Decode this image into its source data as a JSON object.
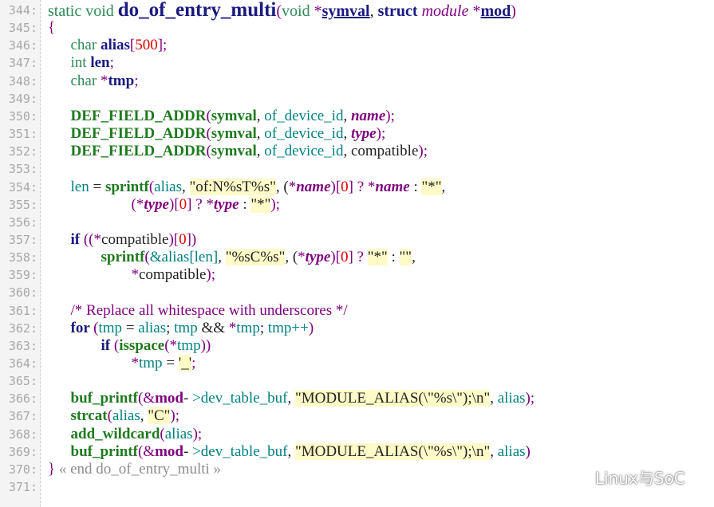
{
  "colors": {
    "background": "#ffffff",
    "line_number": "#a8a8a8",
    "keyword": "#1f7a1f",
    "type": "#2e8b57",
    "identifier": "#1a1a80",
    "struct_member": "#800080",
    "field": "#008080",
    "number": "#e00000",
    "string_bg": "#fffbc8",
    "comment": "#800080",
    "fold": "#8c8c8c",
    "plain": "#222222"
  },
  "lines": [
    {
      "n": "344:",
      "t": [
        [
          "static void ",
          "#2e8b57",
          "",
          false
        ],
        [
          "do_of_entry_multi",
          "#1a1a80",
          "bold",
          false
        ],
        [
          "(",
          "#800080",
          "",
          false
        ],
        [
          "void ",
          "#2e8b57",
          "",
          false
        ],
        [
          "*",
          "#800080",
          "",
          false
        ],
        [
          "symval",
          "#1a1a80",
          "bold-underline",
          false
        ],
        [
          ", ",
          "#222222",
          "",
          false
        ],
        [
          "struct ",
          "#1a1a80",
          "bold",
          false
        ],
        [
          "module ",
          "#800080",
          "italic",
          false
        ],
        [
          "*",
          "#800080",
          "",
          false
        ],
        [
          "mod",
          "#1a1a80",
          "bold-underline",
          false
        ],
        [
          ")",
          "#800080",
          "",
          false
        ]
      ]
    },
    {
      "n": "345:",
      "t": [
        [
          "{",
          "#800080",
          "",
          false
        ]
      ]
    },
    {
      "n": "346:",
      "t": [
        [
          "      char ",
          "#2e8b57",
          "",
          false
        ],
        [
          "alias",
          "#1a1a80",
          "bold",
          false
        ],
        [
          "[",
          "#800080",
          "",
          false
        ],
        [
          "500",
          "#e00000",
          "",
          false
        ],
        [
          "];",
          "#800080",
          "",
          false
        ]
      ]
    },
    {
      "n": "347:",
      "t": [
        [
          "      int ",
          "#2e8b57",
          "",
          false
        ],
        [
          "len",
          "#1a1a80",
          "bold",
          false
        ],
        [
          ";",
          "#800080",
          "",
          false
        ]
      ]
    },
    {
      "n": "348:",
      "t": [
        [
          "      char ",
          "#2e8b57",
          "",
          false
        ],
        [
          "*",
          "#800080",
          "",
          false
        ],
        [
          "tmp",
          "#1a1a80",
          "bold",
          false
        ],
        [
          ";",
          "#800080",
          "",
          false
        ]
      ]
    },
    {
      "n": "349:",
      "t": []
    },
    {
      "n": "350:",
      "t": [
        [
          "      DEF_FIELD_ADDR",
          "#1f7a1f",
          "bold",
          false
        ],
        [
          "(",
          "#800080",
          "",
          false
        ],
        [
          "symval",
          "#1f7a1f",
          "bold",
          false
        ],
        [
          ", ",
          "#222222",
          "",
          false
        ],
        [
          "of_device_id",
          "#008080",
          "",
          false
        ],
        [
          ", ",
          "#222222",
          "",
          false
        ],
        [
          "name",
          "#800080",
          "bold-italic",
          false
        ],
        [
          ");",
          "#800080",
          "",
          false
        ]
      ]
    },
    {
      "n": "351:",
      "t": [
        [
          "      DEF_FIELD_ADDR",
          "#1f7a1f",
          "bold",
          false
        ],
        [
          "(",
          "#800080",
          "",
          false
        ],
        [
          "symval",
          "#1f7a1f",
          "bold",
          false
        ],
        [
          ", ",
          "#222222",
          "",
          false
        ],
        [
          "of_device_id",
          "#008080",
          "",
          false
        ],
        [
          ", ",
          "#222222",
          "",
          false
        ],
        [
          "type",
          "#800080",
          "bold-italic",
          false
        ],
        [
          ");",
          "#800080",
          "",
          false
        ]
      ]
    },
    {
      "n": "352:",
      "t": [
        [
          "      DEF_FIELD_ADDR",
          "#1f7a1f",
          "bold",
          false
        ],
        [
          "(",
          "#800080",
          "",
          false
        ],
        [
          "symval",
          "#1f7a1f",
          "bold",
          false
        ],
        [
          ", ",
          "#222222",
          "",
          false
        ],
        [
          "of_device_id",
          "#008080",
          "",
          false
        ],
        [
          ", ",
          "#222222",
          "",
          false
        ],
        [
          "compatible",
          "#222222",
          "",
          false
        ],
        [
          ");",
          "#800080",
          "",
          false
        ]
      ]
    },
    {
      "n": "353:",
      "t": []
    },
    {
      "n": "354:",
      "t": [
        [
          "      len ",
          "#008080",
          "",
          false
        ],
        [
          "= ",
          "#222222",
          "",
          false
        ],
        [
          "sprintf",
          "#1f7a1f",
          "bold",
          false
        ],
        [
          "(",
          "#800080",
          "",
          false
        ],
        [
          "alias",
          "#008080",
          "",
          false
        ],
        [
          ", ",
          "#222222",
          "",
          false
        ],
        [
          "\"of:N%sT%s\"",
          "#222222",
          "",
          true
        ],
        [
          ", (",
          "#222222",
          "",
          false
        ],
        [
          "*",
          "#800080",
          "",
          false
        ],
        [
          "name",
          "#800080",
          "bold-italic",
          false
        ],
        [
          ")[",
          "#800080",
          "",
          false
        ],
        [
          "0",
          "#e00000",
          "",
          false
        ],
        [
          "] ? ",
          "#800080",
          "",
          false
        ],
        [
          "*",
          "#800080",
          "",
          false
        ],
        [
          "name",
          "#800080",
          "bold-italic",
          false
        ],
        [
          " : ",
          "#222222",
          "",
          false
        ],
        [
          "\"*\"",
          "#222222",
          "",
          true
        ],
        [
          ",",
          "#222222",
          "",
          false
        ]
      ]
    },
    {
      "n": "355:",
      "t": [
        [
          "                      (",
          "#800080",
          "",
          false
        ],
        [
          "*",
          "#800080",
          "",
          false
        ],
        [
          "type",
          "#800080",
          "bold-italic",
          false
        ],
        [
          ")[",
          "#800080",
          "",
          false
        ],
        [
          "0",
          "#e00000",
          "",
          false
        ],
        [
          "] ? ",
          "#800080",
          "",
          false
        ],
        [
          "*",
          "#800080",
          "",
          false
        ],
        [
          "type",
          "#800080",
          "bold-italic",
          false
        ],
        [
          " : ",
          "#222222",
          "",
          false
        ],
        [
          "\"*\"",
          "#222222",
          "",
          true
        ],
        [
          ");",
          "#800080",
          "",
          false
        ]
      ]
    },
    {
      "n": "356:",
      "t": []
    },
    {
      "n": "357:",
      "t": [
        [
          "      if ",
          "#1a1a80",
          "bold",
          false
        ],
        [
          "((",
          "#800080",
          "",
          false
        ],
        [
          "*",
          "#800080",
          "",
          false
        ],
        [
          "compatible",
          "#222222",
          "",
          false
        ],
        [
          ")[",
          "#800080",
          "",
          false
        ],
        [
          "0",
          "#e00000",
          "",
          false
        ],
        [
          "])",
          "#800080",
          "",
          false
        ]
      ]
    },
    {
      "n": "358:",
      "t": [
        [
          "              sprintf",
          "#1f7a1f",
          "bold",
          false
        ],
        [
          "(",
          "#800080",
          "",
          false
        ],
        [
          "&alias[len]",
          "#008080",
          "",
          false
        ],
        [
          ", ",
          "#222222",
          "",
          false
        ],
        [
          "\"%sC%s\"",
          "#222222",
          "",
          true
        ],
        [
          ", (",
          "#222222",
          "",
          false
        ],
        [
          "*",
          "#800080",
          "",
          false
        ],
        [
          "type",
          "#800080",
          "bold-italic",
          false
        ],
        [
          ")[",
          "#800080",
          "",
          false
        ],
        [
          "0",
          "#e00000",
          "",
          false
        ],
        [
          "] ? ",
          "#800080",
          "",
          false
        ],
        [
          "\"*\"",
          "#222222",
          "",
          true
        ],
        [
          " : ",
          "#222222",
          "",
          false
        ],
        [
          "\"\"",
          "#222222",
          "",
          true
        ],
        [
          ",",
          "#222222",
          "",
          false
        ]
      ]
    },
    {
      "n": "359:",
      "t": [
        [
          "                      *",
          "#800080",
          "",
          false
        ],
        [
          "compatible",
          "#222222",
          "",
          false
        ],
        [
          ");",
          "#800080",
          "",
          false
        ]
      ]
    },
    {
      "n": "360:",
      "t": []
    },
    {
      "n": "361:",
      "t": [
        [
          "      /* Replace all whitespace with underscores */",
          "#800080",
          "",
          false
        ]
      ]
    },
    {
      "n": "362:",
      "t": [
        [
          "      for ",
          "#1a1a80",
          "bold",
          false
        ],
        [
          "(",
          "#800080",
          "",
          false
        ],
        [
          "tmp ",
          "#008080",
          "",
          false
        ],
        [
          "= ",
          "#222222",
          "",
          false
        ],
        [
          "alias",
          "#008080",
          "",
          false
        ],
        [
          "; ",
          "#222222",
          "",
          false
        ],
        [
          "tmp ",
          "#008080",
          "",
          false
        ],
        [
          "&& ",
          "#222222",
          "",
          false
        ],
        [
          "*",
          "#800080",
          "",
          false
        ],
        [
          "tmp",
          "#008080",
          "",
          false
        ],
        [
          "; ",
          "#222222",
          "",
          false
        ],
        [
          "tmp++",
          "#008080",
          "",
          false
        ],
        [
          ")",
          "#800080",
          "",
          false
        ]
      ]
    },
    {
      "n": "363:",
      "t": [
        [
          "              if ",
          "#1a1a80",
          "bold",
          false
        ],
        [
          "(",
          "#800080",
          "",
          false
        ],
        [
          "isspace",
          "#1f7a1f",
          "bold",
          false
        ],
        [
          "(",
          "#800080",
          "",
          false
        ],
        [
          "*",
          "#800080",
          "",
          false
        ],
        [
          "tmp",
          "#008080",
          "",
          false
        ],
        [
          "))",
          "#800080",
          "",
          false
        ]
      ]
    },
    {
      "n": "364:",
      "t": [
        [
          "                      *",
          "#800080",
          "",
          false
        ],
        [
          "tmp ",
          "#008080",
          "",
          false
        ],
        [
          "= ",
          "#222222",
          "",
          false
        ],
        [
          "'_'",
          "#222222",
          "",
          true
        ],
        [
          ";",
          "#800080",
          "",
          false
        ]
      ]
    },
    {
      "n": "365:",
      "t": []
    },
    {
      "n": "366:",
      "t": [
        [
          "      buf_printf",
          "#1f7a1f",
          "bold",
          false
        ],
        [
          "(&",
          "#800080",
          "",
          false
        ],
        [
          "mod",
          "#800080",
          "bold",
          false
        ],
        [
          "- ",
          "#222222",
          "",
          false
        ],
        [
          ">dev_table_buf",
          "#008080",
          "",
          false
        ],
        [
          ", ",
          "#222222",
          "",
          false
        ],
        [
          "\"MODULE_ALIAS(\\\"%s\\\");\\n\"",
          "#222222",
          "",
          true
        ],
        [
          ", ",
          "#222222",
          "",
          false
        ],
        [
          "alias",
          "#008080",
          "",
          false
        ],
        [
          ");",
          "#800080",
          "",
          false
        ]
      ]
    },
    {
      "n": "367:",
      "t": [
        [
          "      strcat",
          "#1f7a1f",
          "bold",
          false
        ],
        [
          "(",
          "#800080",
          "",
          false
        ],
        [
          "alias",
          "#008080",
          "",
          false
        ],
        [
          ", ",
          "#222222",
          "",
          false
        ],
        [
          "\"C\"",
          "#222222",
          "",
          true
        ],
        [
          ");",
          "#800080",
          "",
          false
        ]
      ]
    },
    {
      "n": "368:",
      "t": [
        [
          "      add_wildcard",
          "#1f7a1f",
          "bold",
          false
        ],
        [
          "(",
          "#800080",
          "",
          false
        ],
        [
          "alias",
          "#008080",
          "",
          false
        ],
        [
          ");",
          "#800080",
          "",
          false
        ]
      ]
    },
    {
      "n": "369:",
      "t": [
        [
          "      buf_printf",
          "#1f7a1f",
          "bold",
          false
        ],
        [
          "(&",
          "#800080",
          "",
          false
        ],
        [
          "mod",
          "#800080",
          "bold",
          false
        ],
        [
          "- ",
          "#222222",
          "",
          false
        ],
        [
          ">dev_table_buf",
          "#008080",
          "",
          false
        ],
        [
          ", ",
          "#222222",
          "",
          false
        ],
        [
          "\"MODULE_ALIAS(\\\"%s\\\");\\n\"",
          "#222222",
          "",
          true
        ],
        [
          ", ",
          "#222222",
          "",
          false
        ],
        [
          "alias",
          "#008080",
          "",
          false
        ],
        [
          ")",
          "#800080",
          "",
          false
        ]
      ]
    },
    {
      "n": "370:",
      "t": [
        [
          "}",
          "#800080",
          "",
          false
        ],
        [
          " « end do_of_entry_multi »",
          "#8c8c8c",
          "",
          false
        ]
      ]
    },
    {
      "n": "371:",
      "t": []
    }
  ],
  "watermark": {
    "icon": "wechat-icon",
    "text": "Linux与SoC"
  }
}
